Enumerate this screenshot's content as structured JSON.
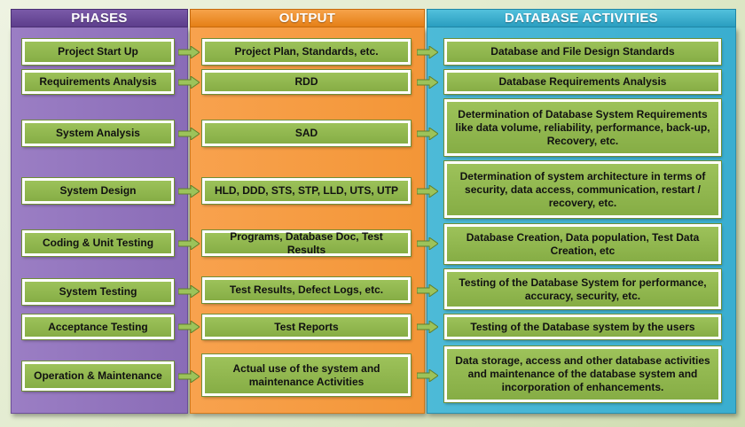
{
  "headers": {
    "phases": "PHASES",
    "output": "OUTPUT",
    "database": "DATABASE ACTIVITIES"
  },
  "rows": [
    {
      "phase": "Project Start Up",
      "output": "Project Plan, Standards, etc.",
      "db": "Database and File Design Standards"
    },
    {
      "phase": "Requirements Analysis",
      "output": "RDD",
      "db": "Database Requirements Analysis"
    },
    {
      "phase": "System Analysis",
      "output": "SAD",
      "db": "Determination of Database System Requirements like data volume, reliability, performance, back-up, Recovery, etc."
    },
    {
      "phase": "System Design",
      "output": "HLD, DDD, STS, STP, LLD, UTS, UTP",
      "db": "Determination of system architecture in terms of security, data access, communication, restart / recovery, etc."
    },
    {
      "phase": "Coding & Unit Testing",
      "output": "Programs, Database Doc, Test Results",
      "db": "Database Creation, Data population, Test Data Creation, etc"
    },
    {
      "phase": "System Testing",
      "output": "Test Results, Defect Logs, etc.",
      "db": "Testing of the Database System for performance, accuracy, security, etc."
    },
    {
      "phase": "Acceptance Testing",
      "output": "Test Reports",
      "db": "Testing of the Database system by the users"
    },
    {
      "phase": "Operation & Maintenance",
      "output": "Actual use of the system and maintenance Activities",
      "db": "Data storage, access and other database activities and maintenance of the database system and incorporation  of enhancements."
    }
  ],
  "colors": {
    "phases": "#8a6cb7",
    "output": "#f39637",
    "database": "#3aaed0",
    "box": "#92b84f"
  }
}
